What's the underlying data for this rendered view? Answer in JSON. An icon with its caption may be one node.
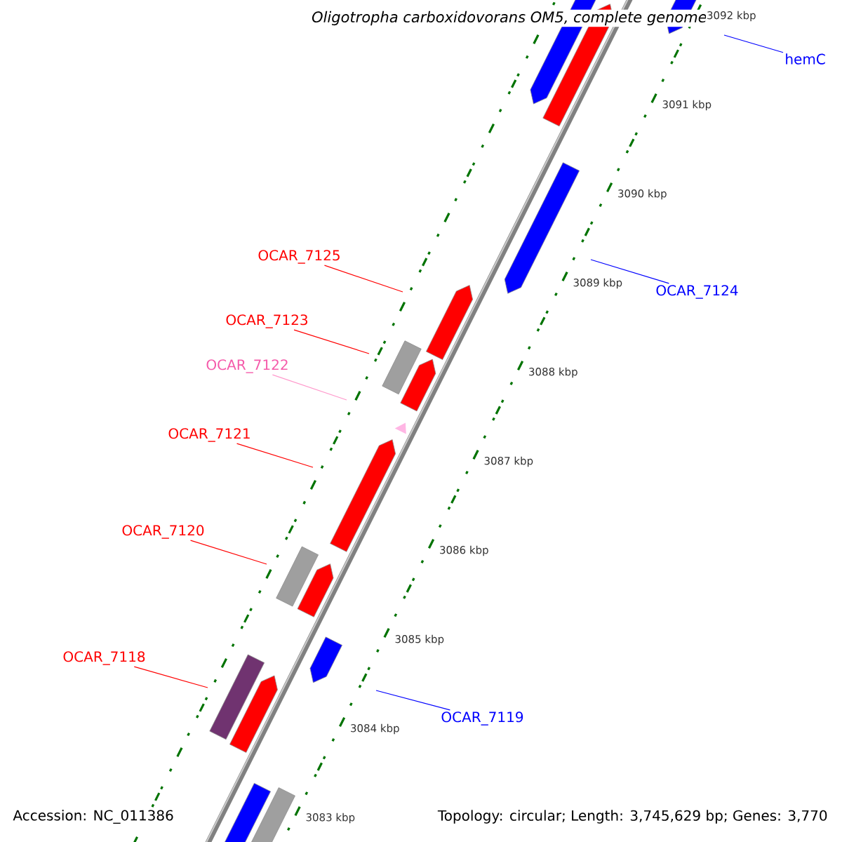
{
  "diagram": {
    "title": "Oligotropha carboxidovorans OM5, complete genome",
    "nodes": [
      {
        "text": [
          "hemC"
        ]
      },
      {
        "text": [
          "OCAR_7125"
        ]
      },
      {
        "text": [
          "OCAR_7124"
        ]
      },
      {
        "text": [
          "OCAR_7123"
        ]
      },
      {
        "text": [
          "OCAR_7122"
        ]
      },
      {
        "text": [
          "OCAR_7121"
        ]
      },
      {
        "text": [
          "OCAR_7120"
        ]
      },
      {
        "text": [
          "OCAR_7118"
        ]
      },
      {
        "text": [
          "OCAR_7119"
        ]
      }
    ],
    "edges": [
      {
        "from": 0,
        "to": null,
        "arrow": "none",
        "color": "#0000ff"
      },
      {
        "from": 1,
        "to": null,
        "arrow": "none"
      },
      {
        "from": 2,
        "to": null,
        "arrow": "none",
        "color": "#0000ff"
      },
      {
        "from": 3,
        "to": null,
        "arrow": "none"
      },
      {
        "from": 4,
        "to": null,
        "arrow": "none",
        "color": "#ff99cc"
      },
      {
        "from": 5,
        "to": null,
        "arrow": "none"
      },
      {
        "from": 6,
        "to": null,
        "arrow": "none"
      },
      {
        "from": 7,
        "to": null,
        "arrow": "none"
      },
      {
        "from": 8,
        "to": null,
        "arrow": "none",
        "color": "#0000ff"
      }
    ],
    "labels": [
      "3092 kbp",
      "3091 kbp",
      "3090 kbp",
      "3089 kbp",
      "3088 kbp",
      "3087 kbp",
      "3086 kbp",
      "3085 kbp",
      "3084 kbp",
      "3083 kbp",
      "Accession: NC_011386",
      "Topology: circular; Length: 3,745,629 bp; Genes: 3,770"
    ]
  }
}
